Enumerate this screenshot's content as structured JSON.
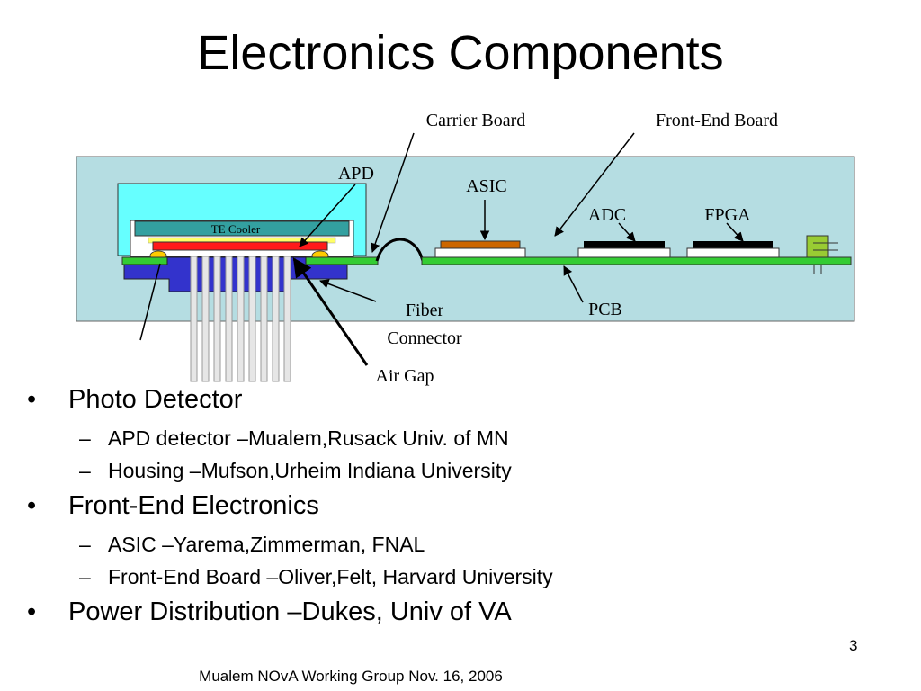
{
  "title": "Electronics Components",
  "diagram": {
    "labels": {
      "carrier_board": "Carrier Board",
      "front_end_board": "Front-End Board",
      "apd": "APD",
      "asic": "ASIC",
      "adc": "ADC",
      "fpga": "FPGA",
      "te_cooler": "TE Cooler",
      "fiber": "Fiber",
      "connector": "Connector",
      "pcb": "PCB",
      "air_gap": "Air Gap"
    },
    "colors": {
      "background": "#b5dde2",
      "housing": "#66ffff",
      "te_cooler": "#33a0a0",
      "apd": "#ff1a1a",
      "board": "#33cc33",
      "connector": "#3333cc",
      "asic": "#cc6600",
      "chips": "#000000",
      "fibers": "#e6e6e6"
    }
  },
  "bullets": [
    {
      "text": "Photo Detector",
      "sub": [
        "APD detector –Mualem,Rusack Univ. of MN",
        "Housing –Mufson,Urheim Indiana University"
      ]
    },
    {
      "text": "Front-End Electronics",
      "sub": [
        "ASIC –Yarema,Zimmerman, FNAL",
        "Front-End Board –Oliver,Felt, Harvard University"
      ]
    },
    {
      "text": "Power Distribution –Dukes, Univ of VA",
      "sub": []
    }
  ],
  "bullet_symbol": "•",
  "dash_symbol": "–",
  "page_number": "3",
  "footer": "Mualem NOvA Working Group Nov. 16, 2006"
}
